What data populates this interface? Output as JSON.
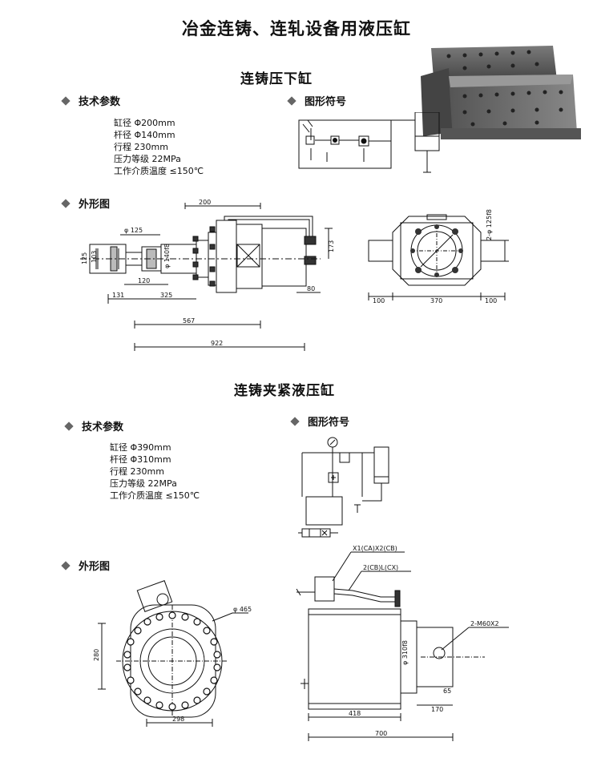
{
  "page": {
    "title": "冶金连铸、连轧设备用液压缸"
  },
  "section1": {
    "title": "连铸压下缸",
    "tech_params_label": "技术参数",
    "symbol_label": "图形符号",
    "outline_label": "外形图",
    "specs": [
      "缸径  Φ200mm",
      "杆径  Φ140mm",
      "行程  230mm",
      "压力等级 22MPa",
      "工作介质温度 ≤150℃"
    ],
    "dims": {
      "d200": "200",
      "d125": "φ 125",
      "d125v": "125",
      "d103": "103",
      "d140": "φ 140f8",
      "d173": "173",
      "d120": "120",
      "d131": "131",
      "d325": "325",
      "d80": "80",
      "d567": "567",
      "d922": "922",
      "d100a": "100",
      "d370": "370",
      "d100b": "100",
      "d_holes": "2-φ 125f8"
    }
  },
  "section2": {
    "title": "连铸夹紧液压缸",
    "tech_params_label": "技术参数",
    "symbol_label": "图形符号",
    "outline_label": "外形图",
    "specs": [
      "缸径  Φ390mm",
      "杆径  Φ310mm",
      "行程  230mm",
      "压力等级 22MPa",
      "工作介质温度 ≤150℃"
    ],
    "dims": {
      "d465": "φ 465",
      "d280": "280",
      "d298": "298",
      "x1": "X1(CA)X2(CB)",
      "x2": "2(CB)L(CX)",
      "m60": "2-M60X2",
      "d310": "φ 310f8",
      "d65": "65",
      "d170": "170",
      "d418": "418",
      "d700": "700"
    }
  }
}
